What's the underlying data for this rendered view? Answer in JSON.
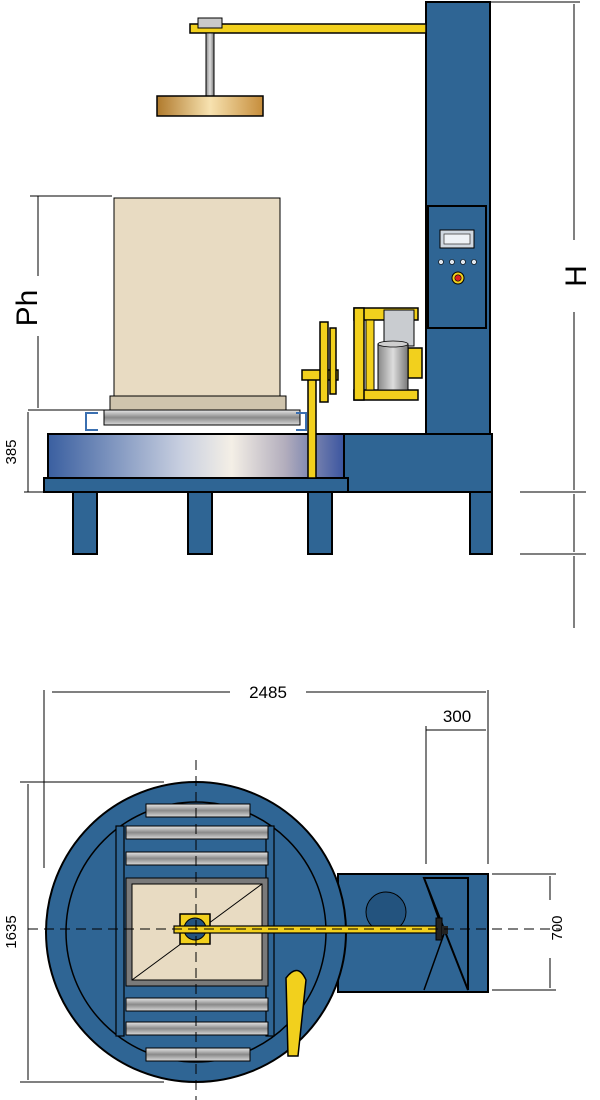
{
  "figure": {
    "side_view": {
      "labels": {
        "pallet_height": "Ph",
        "machine_height": "H",
        "turntable_height": "385"
      }
    },
    "top_view": {
      "labels": {
        "overall_length": "2485",
        "column_offset": "300",
        "turntable_diameter": "1635",
        "column_width": "700"
      }
    }
  },
  "colors": {
    "frame_blue": "#2f6594",
    "yellow": "#f2d01d",
    "load_beige": "#e8dbc2",
    "roller_grey": "#9c9c9c",
    "outline": "#000000"
  },
  "icons": {
    "control_panel": "control-panel-icon",
    "emergency_stop": "emergency-stop-icon",
    "film_roll": "film-roll-icon"
  }
}
